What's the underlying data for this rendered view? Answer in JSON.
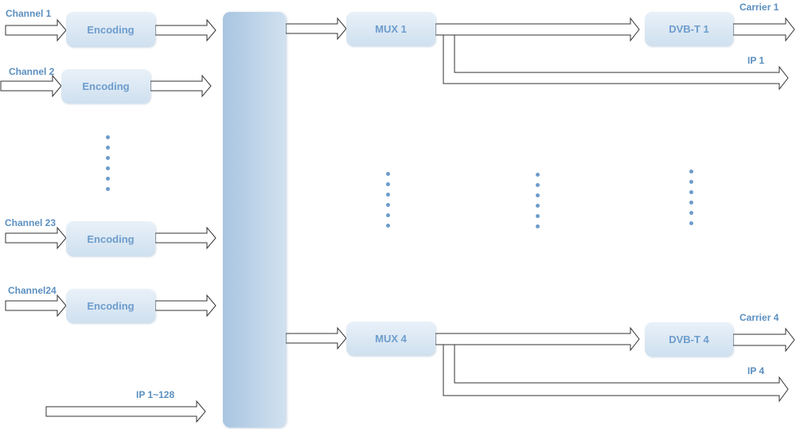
{
  "inputs": {
    "ch1": "Channel 1",
    "ch2": "Channel 2",
    "ch23": "Channel 23",
    "ch24": "Channel24",
    "ip_in": "IP 1~128"
  },
  "encoding": "Encoding",
  "mux": {
    "m1": "MUX 1",
    "m4": "MUX 4"
  },
  "dvbt": {
    "d1": "DVB-T 1",
    "d4": "DVB-T 4"
  },
  "outputs": {
    "carrier1": "Carrier 1",
    "ip1": "IP 1",
    "carrier4": "Carrier 4",
    "ip4": "IP 4"
  },
  "colors": {
    "accent": "#6d9ccc",
    "bus": "#b9d0e7",
    "arrow": "#333333"
  }
}
